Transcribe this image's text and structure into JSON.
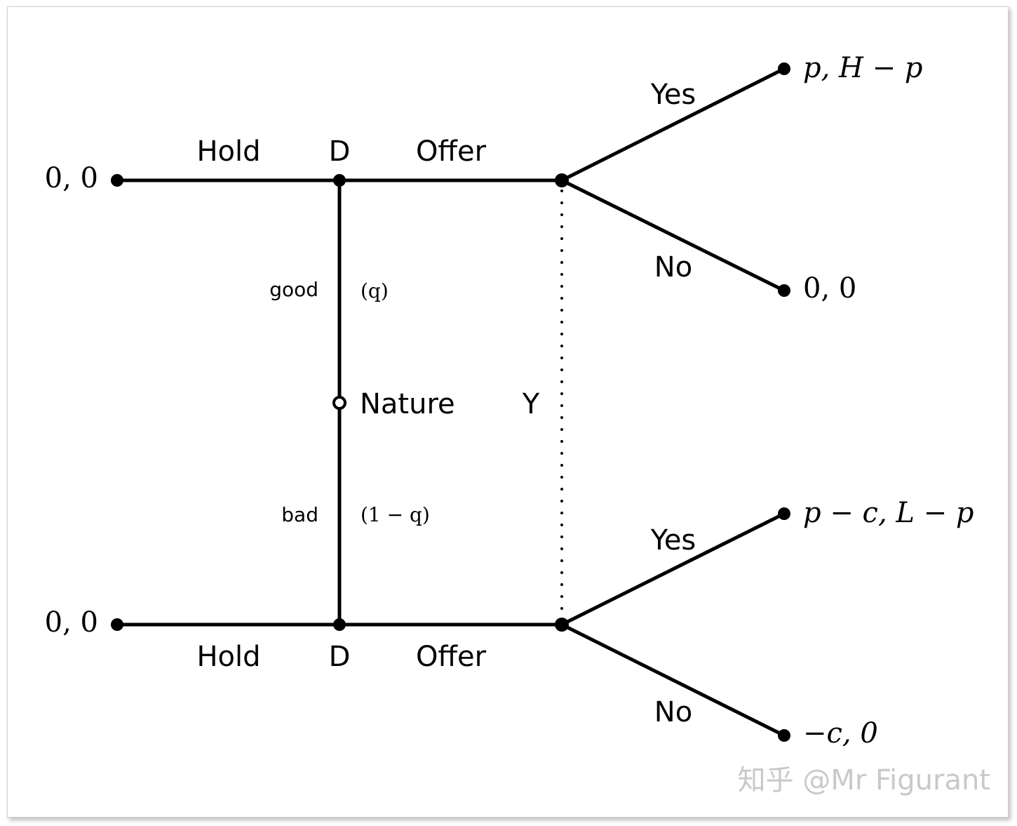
{
  "labels": {
    "hold": "Hold",
    "decision_node": "D",
    "offer": "Offer",
    "yes": "Yes",
    "no": "No",
    "good": "good",
    "bad": "bad",
    "prob_good": "(q)",
    "prob_bad": "(1 − q)",
    "nature": "Nature",
    "info_set_player": "Y"
  },
  "payoffs": {
    "top_hold": "0, 0",
    "bottom_hold": "0, 0",
    "top_yes": "p, H − p",
    "top_no": "0, 0",
    "bottom_yes": "p − c, L − p",
    "bottom_no": "−c, 0"
  },
  "watermark": "知乎 @Mr Figurant"
}
